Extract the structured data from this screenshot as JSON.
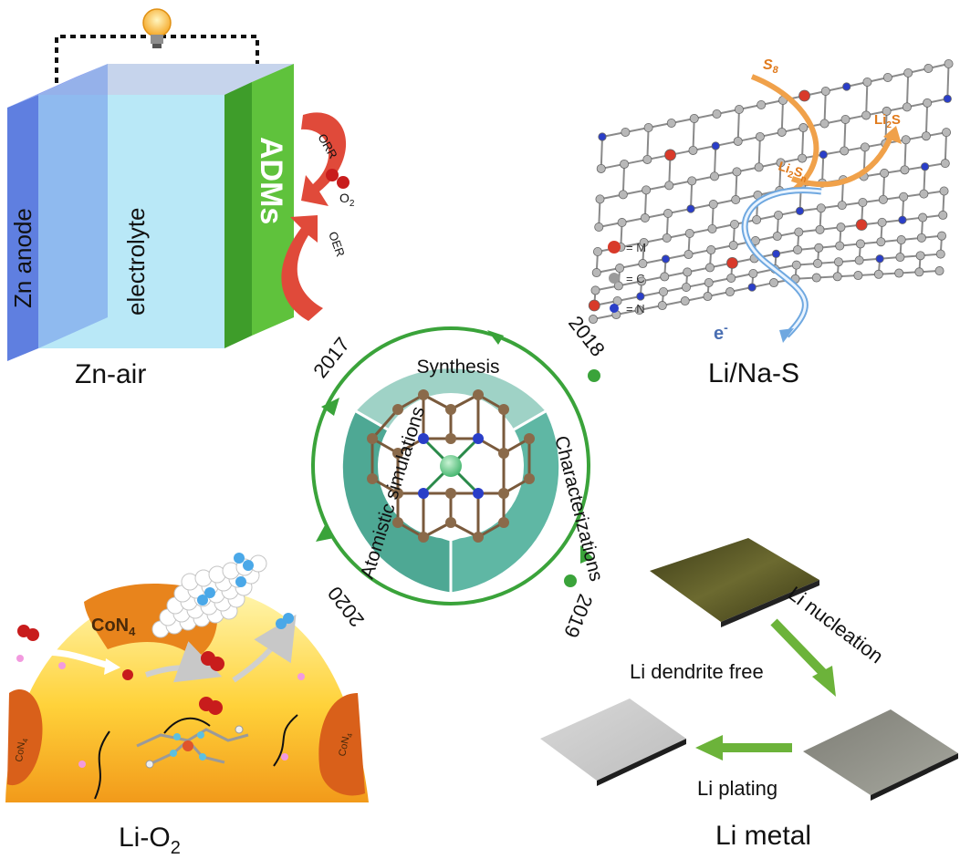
{
  "zn_air": {
    "caption": "Zn-air",
    "anode_label": "Zn anode",
    "electrolyte_label": "electrolyte",
    "cathode_label": "ADMs",
    "orr_label": "ORR",
    "oer_label": "OER",
    "o2_label": "O",
    "o2_sub": "2"
  },
  "li_na_s": {
    "caption": "Li/Na-S",
    "s8": "S",
    "s8_sub": "8",
    "li2s": "Li",
    "li2s_sub": "2",
    "li2s_tail": "S",
    "li2sn": "Li",
    "li2sn_sub": "2",
    "li2sn_mid": "S",
    "li2sn_sub2": "n",
    "electron": "e",
    "electron_sup": "-",
    "legend": [
      {
        "symbol": "= M",
        "color": "#d83a2a"
      },
      {
        "symbol": "= C",
        "color": "#9a9a9a"
      },
      {
        "symbol": "= N",
        "color": "#2a3ec8"
      }
    ]
  },
  "li_o2": {
    "caption": "Li-O",
    "caption_sub": "2",
    "con4": "CoN",
    "con4_sub": "4"
  },
  "li_metal": {
    "caption": "Li metal",
    "nucleation": "Li nucleation",
    "dendrite_free": "Li dendrite  free",
    "plating": "Li plating"
  },
  "wheel": {
    "years": [
      "2017",
      "2018",
      "2019",
      "2020"
    ],
    "segments": [
      "Synthesis",
      "Characterizations",
      "Atomistic simulations"
    ],
    "colors": {
      "ring": "#3aa33a",
      "seg_top": "#9fd2c6",
      "seg_right": "#5fb7a4",
      "seg_left": "#4ea894"
    }
  }
}
